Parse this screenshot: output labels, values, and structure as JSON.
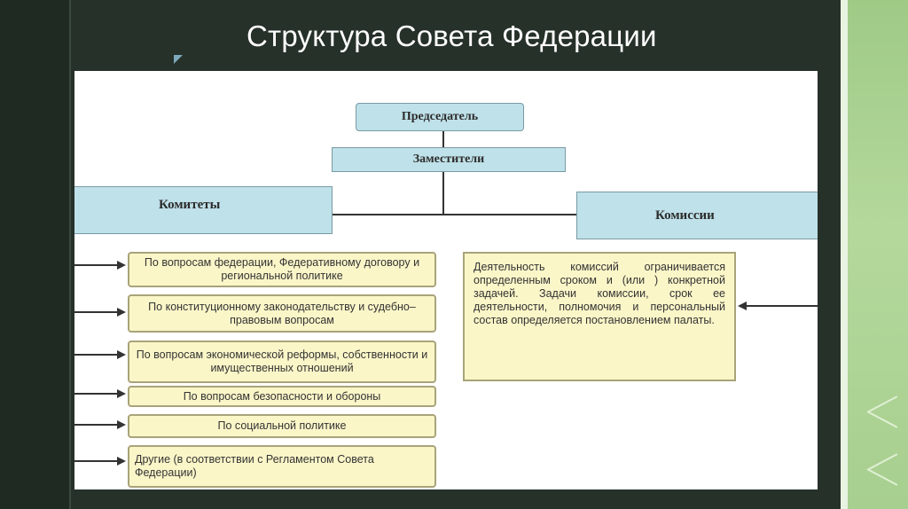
{
  "slide": {
    "title": "Структура Совета Федерации"
  },
  "org_chart": {
    "chairman": "Председатель",
    "deputies": "Заместители",
    "committees": {
      "label": "Комитеты",
      "items": [
        "По вопросам федерации, Федеративному договору и региональной политике",
        "По конституционному законодательству и судебно–правовым вопросам",
        "По вопросам экономической реформы, собственности и имущественных отношений",
        "По вопросам безопасности и обороны",
        "По социальной политике",
        "Другие (в соответствии с Регламентом Совета Федерации)"
      ]
    },
    "commissions": {
      "label": "Комиссии",
      "description": "Деятельность комиссий ограничивается определенным сроком и (или ) конкретной задачей. Задачи комиссии, срок ее деятельности, полномочия и персональный состав определяется постановлением палаты."
    }
  },
  "colors": {
    "background": "#263129",
    "blue_box": "#bfe1e9",
    "yellow_box": "#fbf6c8",
    "accent_green": "#a7cf8f"
  }
}
